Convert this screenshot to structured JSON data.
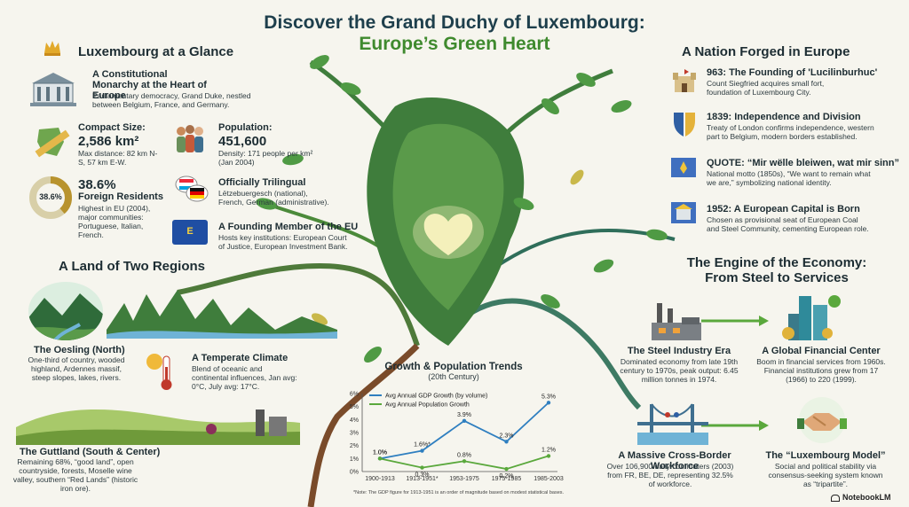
{
  "title": {
    "line1": "Discover the Grand Duchy of Luxembourg:",
    "line2": "Europe’s Green Heart"
  },
  "glance": {
    "heading": "Luxembourg at a Glance",
    "monarchy_title": "A Constitutional Monarchy at the Heart of Europe",
    "monarchy_text": "Parliamentary democracy, Grand Duke, nestled between Belgium, France, and Germany.",
    "size_label": "Compact Size:",
    "size_value": "2,586 km²",
    "size_text": "Max distance: 82 km N-S, 57 km E-W.",
    "pop_label": "Population:",
    "pop_value": "451,600",
    "pop_text": "Density: 171 people per km² (Jan 2004)",
    "foreign_pct_label": "38.6%",
    "foreign_value": "38.6%",
    "foreign_label": "Foreign Residents",
    "foreign_text": "Highest in EU (2004), major communities: Portuguese, Italian, French.",
    "foreign_fraction": 0.386,
    "lang_title": "Officially Trilingual",
    "lang_text": "Lëtzebuergesch (national), French, German (administrative).",
    "eu_title": "A Founding Member of the EU",
    "eu_text": "Hosts key institutions: European Court of Justice, European Investment Bank.",
    "eu_flag_letter": "E"
  },
  "regions": {
    "heading": "A Land of Two Regions",
    "north_title": "The Oesling (North)",
    "north_text": "One-third of country, wooded highland, Ardennes massif, steep slopes, lakes, rivers.",
    "climate_title": "A Temperate Climate",
    "climate_text": "Blend of oceanic and continental influences, Jan avg: 0°C, July avg: 17°C.",
    "south_title": "The Guttland (South & Center)",
    "south_text": "Remaining 68%, “good land”, open countryside, forests, Moselle wine valley, southern “Red Lands” (historic iron ore)."
  },
  "history": {
    "heading": "A Nation Forged in Europe",
    "items": [
      {
        "title": "963: The Founding of 'Lucilinburhuc'",
        "text": "Count Siegfried acquires small fort, foundation of Luxembourg City."
      },
      {
        "title": "1839: Independence and Division",
        "text": "Treaty of London confirms independence, western part to Belgium, modern borders established."
      },
      {
        "title": "QUOTE: “Mir wëlle bleiwen, wat mir sinn”",
        "text": "National motto (1850s), “We want to remain what we are,” symbolizing national identity."
      },
      {
        "title": "1952: A European Capital is Born",
        "text": "Chosen as provisional seat of European Coal and Steel Community, cementing European role."
      }
    ]
  },
  "economy": {
    "heading1": "The Engine of the Economy:",
    "heading2": "From Steel to Services",
    "steel_title": "The Steel Industry Era",
    "steel_text": "Dominated economy from late 19th century to 1970s, peak output: 6.45 million tonnes in 1974.",
    "finance_title": "A Global Financial Center",
    "finance_text": "Boom in financial services from 1960s. Financial institutions grew from 17 (1966) to 220 (1999).",
    "workforce_title": "A Massive Cross-Border Workforce",
    "workforce_text": "Over 106,900 daily commuters (2003) from FR, BE, DE, representing 32.5% of workforce.",
    "model_title": "The “Luxembourg Model”",
    "model_text": "Social and political stability via consensus-seeking system known as “tripartite”."
  },
  "chart_data": {
    "type": "line",
    "title": "Growth & Population Trends",
    "subtitle": "(20th Century)",
    "categories": [
      "1900-1913",
      "1913-1951*",
      "1953-1975",
      "1975-1985",
      "1985-2003"
    ],
    "series": [
      {
        "name": "Avg Annual GDP Growth (by volume)",
        "color": "#2f7fc0",
        "values": [
          1.0,
          1.6,
          3.9,
          2.3,
          5.3
        ],
        "labels": [
          "1.0%",
          "1.6%*",
          "3.9%",
          "2.3%",
          "5.3%"
        ]
      },
      {
        "name": "Avg Annual Population Growth",
        "color": "#5aa83c",
        "values": [
          1.0,
          0.3,
          0.8,
          0.2,
          1.2
        ],
        "labels": [
          "1.0%",
          "0.3%",
          "0.8%",
          "0.2%",
          "1.2%"
        ]
      }
    ],
    "y_ticks": [
      "0%",
      "1%",
      "2%",
      "3%",
      "4%",
      "5%",
      "6%"
    ],
    "ylim": [
      0,
      6
    ],
    "grid": false,
    "legend": "top-left",
    "note": "*Note: The GDP figure for 1913-1951 is an order of magnitude based on modest statistical bases."
  },
  "brand": "NotebookLM",
  "colors": {
    "accent_green": "#3f8a2e",
    "title_blue": "#1e3f4c",
    "gdp_blue": "#2f7fc0",
    "pop_green": "#5aa83c"
  }
}
